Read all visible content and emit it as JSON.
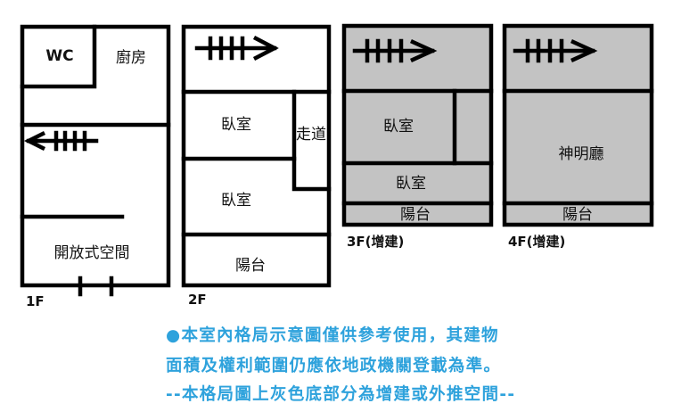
{
  "floors": [
    {
      "label": "1F",
      "extension": false,
      "rooms": [
        "WC",
        "廚房",
        "開放式空間"
      ]
    },
    {
      "label": "2F",
      "extension": false,
      "rooms": [
        "臥室",
        "走道",
        "臥室",
        "陽台"
      ]
    },
    {
      "label": "3F(增建)",
      "extension": true,
      "rooms": [
        "臥室",
        "臥室",
        "陽台"
      ]
    },
    {
      "label": "4F(增建)",
      "extension": true,
      "rooms": [
        "神明廳",
        "陽台"
      ]
    }
  ],
  "notes": [
    "●本室內格局示意圖僅供參考使用，其建物",
    "面積及權利範圍仍應依地政機關登載為準。",
    "--本格局圖上灰色底部分為增建或外推空間--"
  ],
  "colors": {
    "extension_fill": "#c3c3c3",
    "note_text": "#2ea2dc",
    "wall": "#000000"
  }
}
